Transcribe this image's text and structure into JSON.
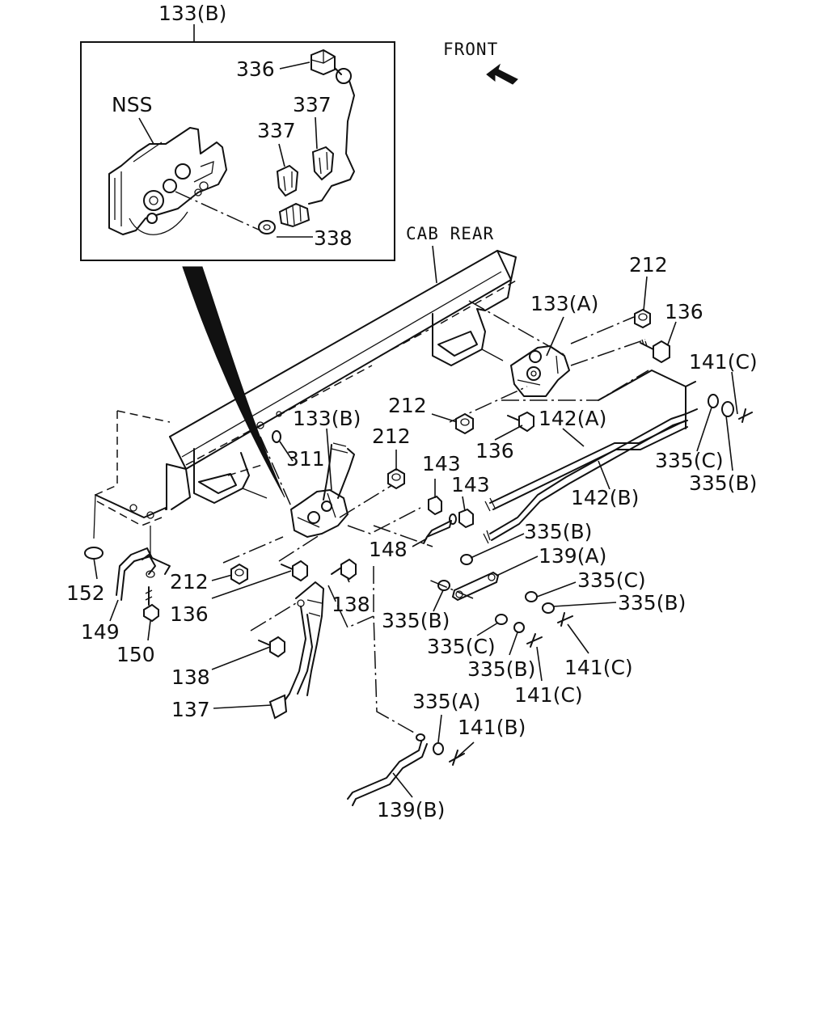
{
  "orientation": {
    "front_label": "FRONT",
    "cab_rear_label": "CAB REAR"
  },
  "inset": {
    "title": "133(B)",
    "labels": [
      "NSS",
      "336",
      "337",
      "337",
      "338"
    ]
  },
  "callouts": [
    "212",
    "136",
    "133(A)",
    "141(C)",
    "212",
    "136",
    "142(A)",
    "335(C)",
    "335(B)",
    "142(B)",
    "133(B)",
    "212",
    "311",
    "143",
    "143",
    "148",
    "335(B)",
    "139(A)",
    "335(C)",
    "335(B)",
    "212",
    "136",
    "138",
    "335(B)",
    "335(C)",
    "335(B)",
    "141(C)",
    "141(C)",
    "152",
    "149",
    "150",
    "138",
    "137",
    "335(A)",
    "141(B)",
    "139(B)"
  ]
}
